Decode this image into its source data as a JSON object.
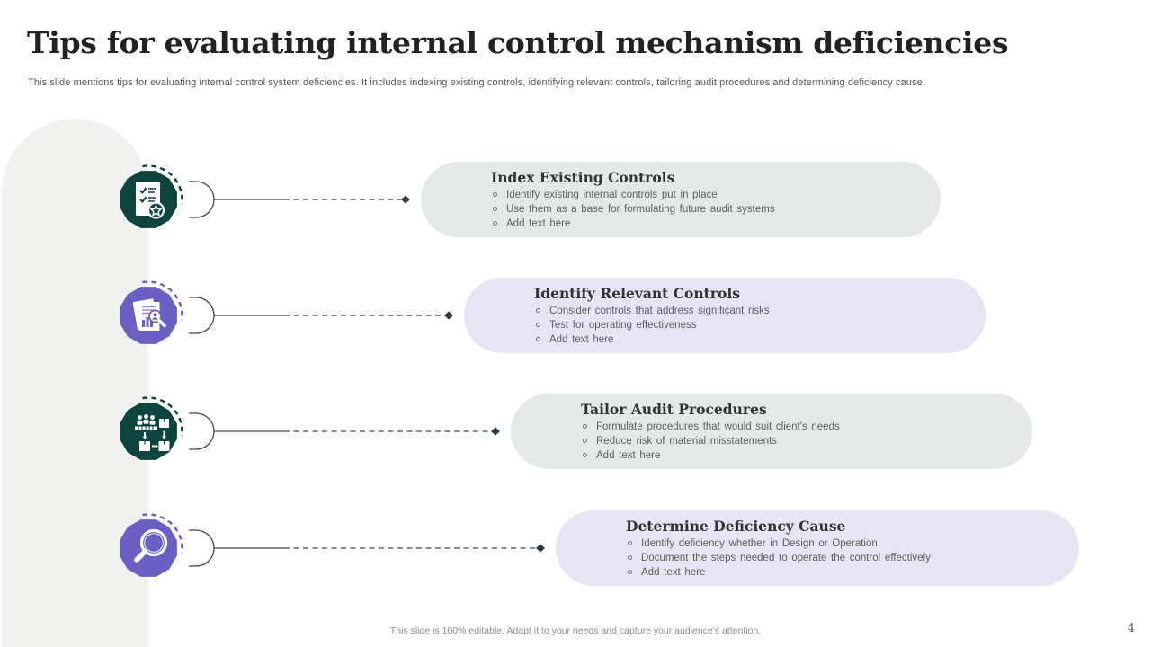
{
  "slide": {
    "title": "Tips for evaluating internal control mechanism deficiencies",
    "subtitle": "This slide mentions tips for evaluating internal control system deficiencies. It includes indexing existing controls, identifying relevant controls, tailoring audit procedures and determining deficiency cause.",
    "footer": "This slide is 100% editable.  Adapt it to your needs and capture your audience's attention.",
    "page_number": "4"
  },
  "colors": {
    "teal_accent": "#0e443e",
    "purple_accent": "#6b5fc4",
    "card_green": "#e4e9e7",
    "card_lavender": "#e7e5f3",
    "panel_gray": "#f1f1ef",
    "connector": "#3d4852"
  },
  "steps": [
    {
      "title": "Index Existing Controls",
      "icon": "checklist-document-icon",
      "accent": "#0e443e",
      "bullets": [
        "Identify existing internal controls put in place",
        "Use them as a base for formulating future audit systems",
        "Add text here"
      ]
    },
    {
      "title": "Identify Relevant Controls",
      "icon": "report-analysis-icon",
      "accent": "#6b5fc4",
      "bullets": [
        "Consider controls that address significant risks",
        "Test for operating effectiveness",
        "Add text here"
      ]
    },
    {
      "title": "Tailor Audit Procedures",
      "icon": "workflow-distribution-icon",
      "accent": "#0e443e",
      "bullets": [
        "Formulate procedures that would suit client's needs",
        "Reduce risk of material misstatements",
        "Add text here"
      ]
    },
    {
      "title": "Determine Deficiency Cause",
      "icon": "magnifier-icon",
      "accent": "#6b5fc4",
      "bullets": [
        "Identify deficiency whether in Design or Operation",
        "Document the steps needed to operate the control effectively",
        "Add text here"
      ]
    }
  ]
}
